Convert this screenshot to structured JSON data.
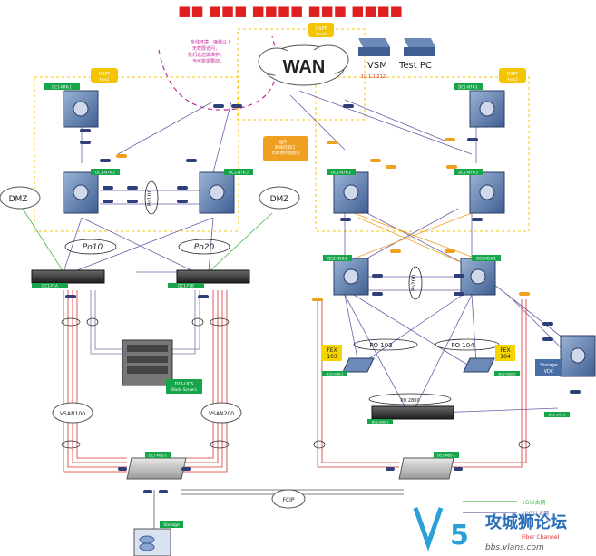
{
  "title": "■■ ■■■ ■■■■ ■■■ ■■■■",
  "cloud_wan": "WAN",
  "cloud_dmz_left": "DMZ",
  "cloud_dmz_right": "DMZ",
  "cloud_vsan100": "VSAN100",
  "cloud_vsan200": "VSAN200",
  "cloud_fcip": "FCIP",
  "vsm_label": "VSM",
  "vsm_ip": "10.1.1.212",
  "testpc_label": "Test PC",
  "po10": "Po10",
  "po20": "Po20",
  "po100": "Po100",
  "po200": "Po200",
  "po103": "PO 103",
  "po104": "PO 104",
  "po2800": "PO 2800",
  "fex103_a": "FEX",
  "fex103_b": "103",
  "fex104_a": "FEX",
  "fex104_b": "104",
  "storage_vdc": "Storage",
  "storage_vdc2": "VDC",
  "ucs_title": "DCI-UCS",
  "ucs_sub": "Blade Servers",
  "storage_label": "Storage",
  "legend_1g": "1G以太网",
  "legend_10g": "10G以太网",
  "legend_fc": "Fiber Channel",
  "watermark_cn": "攻城狮论坛",
  "watermark_url": "bbs.vlans.com",
  "ospf_top": "OSPF",
  "ospf_left": "OSPF",
  "ospf_right": "OSPF",
  "note_box": "插件：\n跨域内部口\n为本地环境接口",
  "dashed_note": "专线环境，接线以上\n无权限访问，\n我们这边需维护，\n当可能需要动。",
  "nodes": {
    "nx7_1": "DC1-N7K-1",
    "nx7_2": "DC1-N7K-2",
    "nx7_3": "DC1-N7K-3",
    "nx7_4": "DC1-N7K-4",
    "nx7_5": "DC2-N7K-1",
    "nx7_6": "DC2-N7K-2",
    "nx7_7": "DC2-N7K-3",
    "nx5_1": "DC2-N5K-1",
    "nx5_2": "DC2-N5K-2",
    "fi_a": "DC1-FI-A",
    "fi_b": "DC1-FI-B",
    "fex1": "DC2-N2K-1",
    "fex2": "DC2-N2K-2",
    "mds1": "DC1-MDS-1",
    "mds2": "DC2-MDS-1",
    "srv1": "DC2-SRV-1",
    "srv2": "DC2-SRV-2"
  },
  "colors": {
    "accent_orange": "#f0a020",
    "ospf_yellow": "#f5c400",
    "green_label": "#17a54a",
    "fc_red": "#d93030",
    "eth_green": "#4db34d",
    "router_blue": "#4a6fa5",
    "title_red": "#e02020"
  }
}
